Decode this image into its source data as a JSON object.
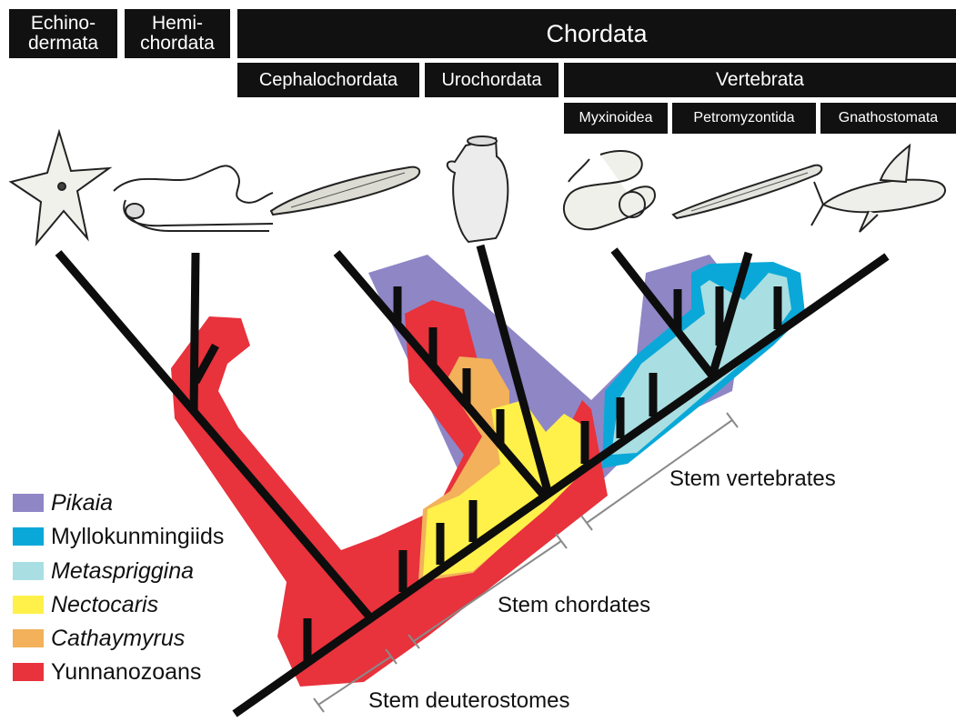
{
  "headers": {
    "echinodermata": "Echino-\ndermata",
    "hemichordata": "Hemi-\nchordata",
    "chordata": "Chordata",
    "cephalochordata": "Cephalochordata",
    "urochordata": "Urochordata",
    "vertebrata": "Vertebrata",
    "myxinoidea": "Myxinoidea",
    "petromyzontida": "Petromyzontida",
    "gnathostomata": "Gnathostomata"
  },
  "legend": [
    {
      "label": "Pikaia",
      "color": "#8f86c6",
      "italic": true
    },
    {
      "label": "Myllokunmingiids",
      "color": "#0aa8d8",
      "italic": false
    },
    {
      "label": "Metaspriggina",
      "color": "#a9dfe2",
      "italic": true
    },
    {
      "label": "Nectocaris",
      "color": "#fff04a",
      "italic": true
    },
    {
      "label": "Cathaymyrus",
      "color": "#f2b15a",
      "italic": true
    },
    {
      "label": "Yunnanozoans",
      "color": "#e8323c",
      "italic": false
    }
  ],
  "stem_labels": {
    "vertebrates": "Stem vertebrates",
    "chordates": "Stem chordates",
    "deuterostomes": "Stem deuterostomes"
  },
  "colors": {
    "branch": "#0d0d0d",
    "header_bg": "#111111",
    "bracket": "#888888"
  },
  "animals": [
    "starfish-icon",
    "acorn-worm-icon",
    "lancelet-icon",
    "tunicate-icon",
    "hagfish-icon",
    "lamprey-icon",
    "fish-icon"
  ]
}
